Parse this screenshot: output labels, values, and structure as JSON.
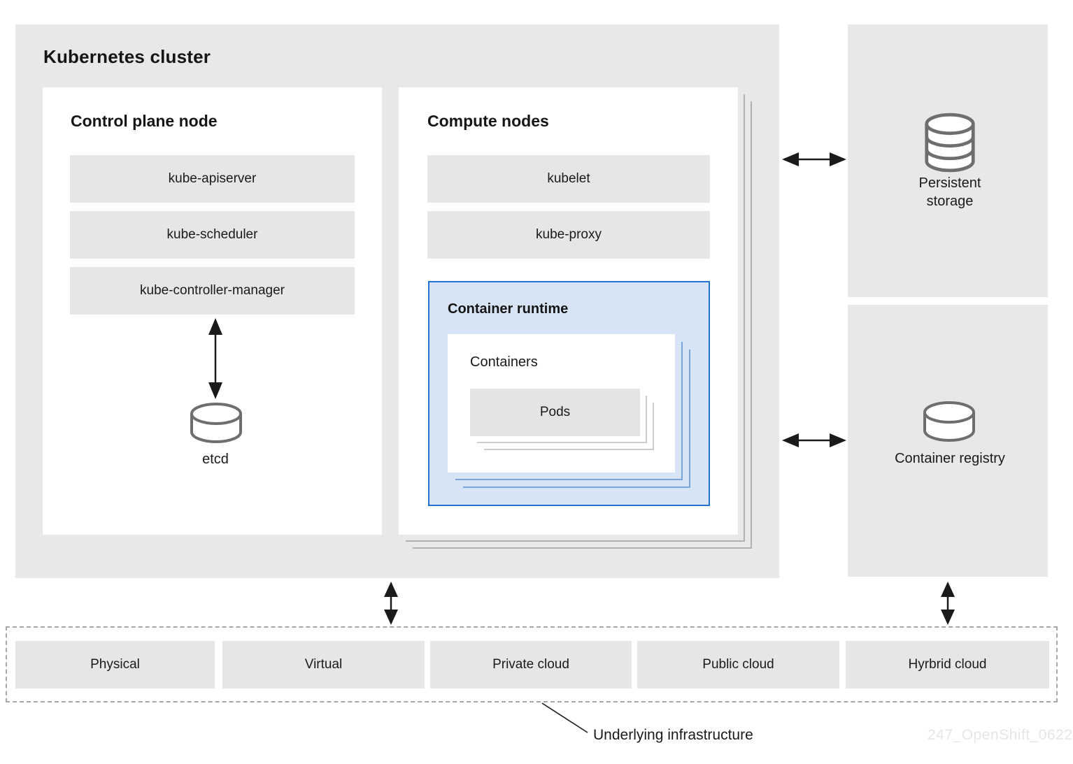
{
  "colors": {
    "slab_gray": "#e8e8e8",
    "item_gray": "#e6e6e6",
    "runtime_fill": "#d7e4f5",
    "runtime_border": "#2372ce",
    "echo_blue": "#78a6dc",
    "echo_gray": "#b0b0b0",
    "dashed_border": "#a6a6a6",
    "icon_stroke": "#6e6e6e",
    "arrow": "#1a1a1a",
    "text": "#1a1a1a"
  },
  "cluster": {
    "title": "Kubernetes cluster",
    "control_plane": {
      "title": "Control plane node",
      "components": [
        "kube-apiserver",
        "kube-scheduler",
        "kube-controller-manager"
      ],
      "datastore_label": "etcd",
      "datastore_icon": "database-cylinder-icon"
    },
    "compute": {
      "title": "Compute nodes",
      "components": [
        "kubelet",
        "kube-proxy"
      ],
      "runtime": {
        "title": "Container runtime",
        "containers_label": "Containers",
        "pods_label": "Pods"
      }
    }
  },
  "external": {
    "storage": {
      "label": "Persistent storage",
      "icon": "database-stack-icon"
    },
    "registry": {
      "label": "Container registry",
      "icon": "database-cylinder-icon"
    }
  },
  "infrastructure": {
    "items": [
      "Physical",
      "Virtual",
      "Private cloud",
      "Public cloud",
      "Hyrbrid cloud"
    ],
    "caption": "Underlying infrastructure"
  },
  "watermark": "247_OpenShift_0622"
}
